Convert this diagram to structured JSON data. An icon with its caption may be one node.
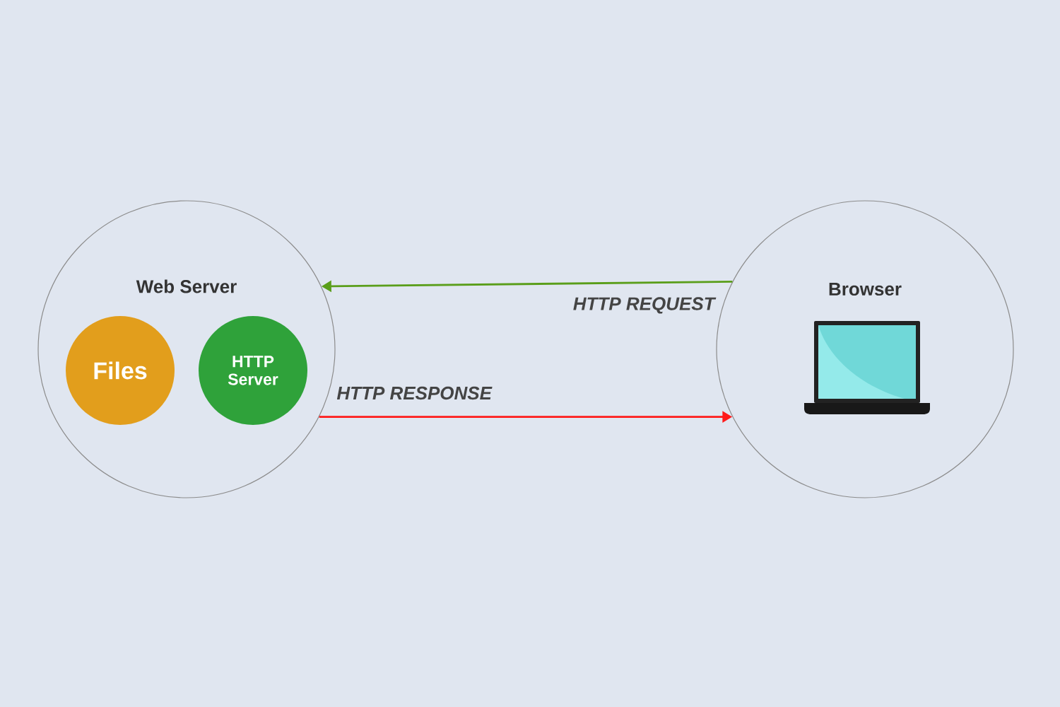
{
  "diagram": {
    "nodes": [
      {
        "text": [
          "Web Server"
        ]
      },
      {
        "text": [
          "Files"
        ],
        "in": 0
      },
      {
        "text": [
          "HTTP Server"
        ],
        "in": 0
      },
      {
        "text": [
          "Browser"
        ]
      }
    ],
    "edges": [
      {
        "from": 3,
        "to": 0,
        "arrow": "to",
        "label": "HTTP REQUEST",
        "color": "#5a9e1a"
      },
      {
        "from": 0,
        "to": 3,
        "arrow": "to",
        "label": "HTTP RESPONSE",
        "color": "#ff1a1a"
      }
    ]
  }
}
